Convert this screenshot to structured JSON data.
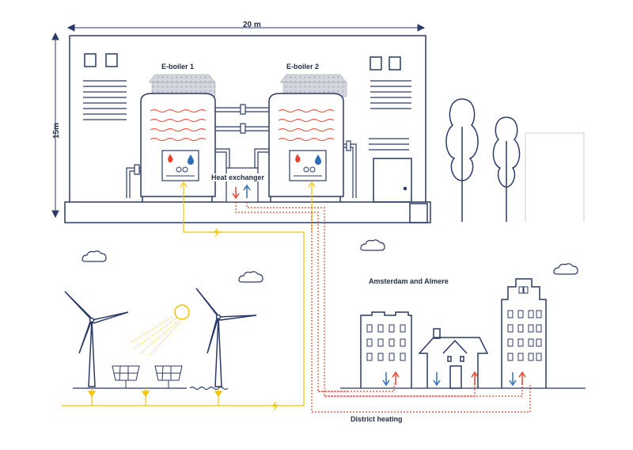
{
  "dimensions": {
    "width_label": "20 m",
    "height_label": "15m"
  },
  "boilers": [
    {
      "label": "E-boiler 1"
    },
    {
      "label": "E-boiler 2"
    }
  ],
  "heat_exchanger": {
    "label": "Heat exchanger"
  },
  "city": {
    "label": "Amsterdam and Almere"
  },
  "network": {
    "label": "District heating"
  },
  "icons": [
    "flame-icon",
    "water-drop-icon",
    "lightning-icon",
    "arrow-up-icon",
    "arrow-down-icon",
    "wind-turbine-icon",
    "solar-panel-icon",
    "sun-icon",
    "cloud-icon",
    "tree-icon",
    "house-icon"
  ],
  "colors": {
    "line": "#2b3a67",
    "power": "#f2c300",
    "hot": "#e8402a",
    "cold": "#2f6db5",
    "steam": "#c9cdd6"
  }
}
